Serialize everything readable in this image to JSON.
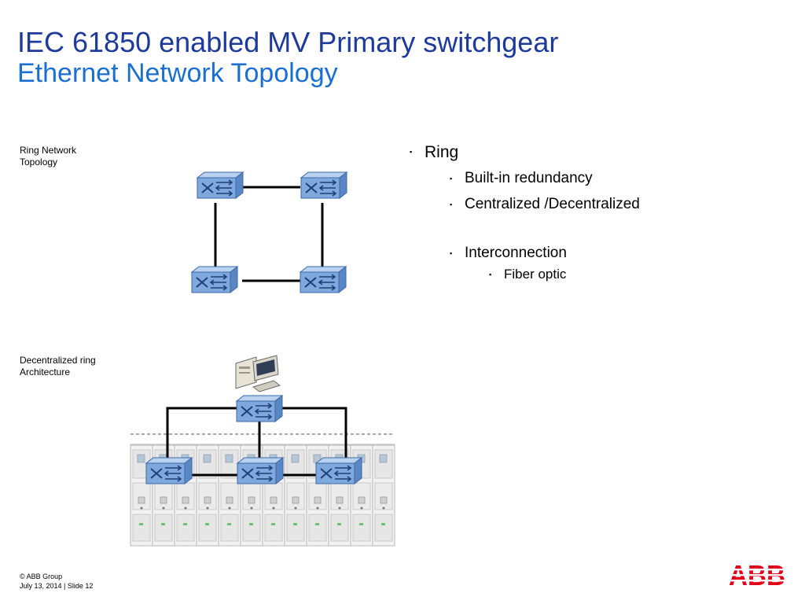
{
  "title": {
    "line1": "IEC 61850 enabled MV Primary switchgear",
    "line2": "Ethernet Network Topology"
  },
  "captions": {
    "ring_line1": "Ring Network",
    "ring_line2": "Topology",
    "decentralized_line1": "Decentralized ring",
    "decentralized_line2": "Architecture"
  },
  "bullets": {
    "marker": "▪",
    "ring": "Ring",
    "redundancy": "Built-in redundancy",
    "centralized": "Centralized /Decentralized",
    "interconnection": "Interconnection",
    "fiber": "Fiber optic"
  },
  "footer": {
    "copyright": "© ABB Group",
    "date_slide": "July 13, 2014 | Slide 12"
  },
  "logo": {
    "text": "ABB",
    "color": "#e2001a"
  },
  "colors": {
    "title_dark": "#1e3a9a",
    "title_light": "#1a6fd0",
    "switch_body": "#7fa8dd",
    "switch_top": "#b9d2f0",
    "switch_side": "#5b86c4"
  }
}
